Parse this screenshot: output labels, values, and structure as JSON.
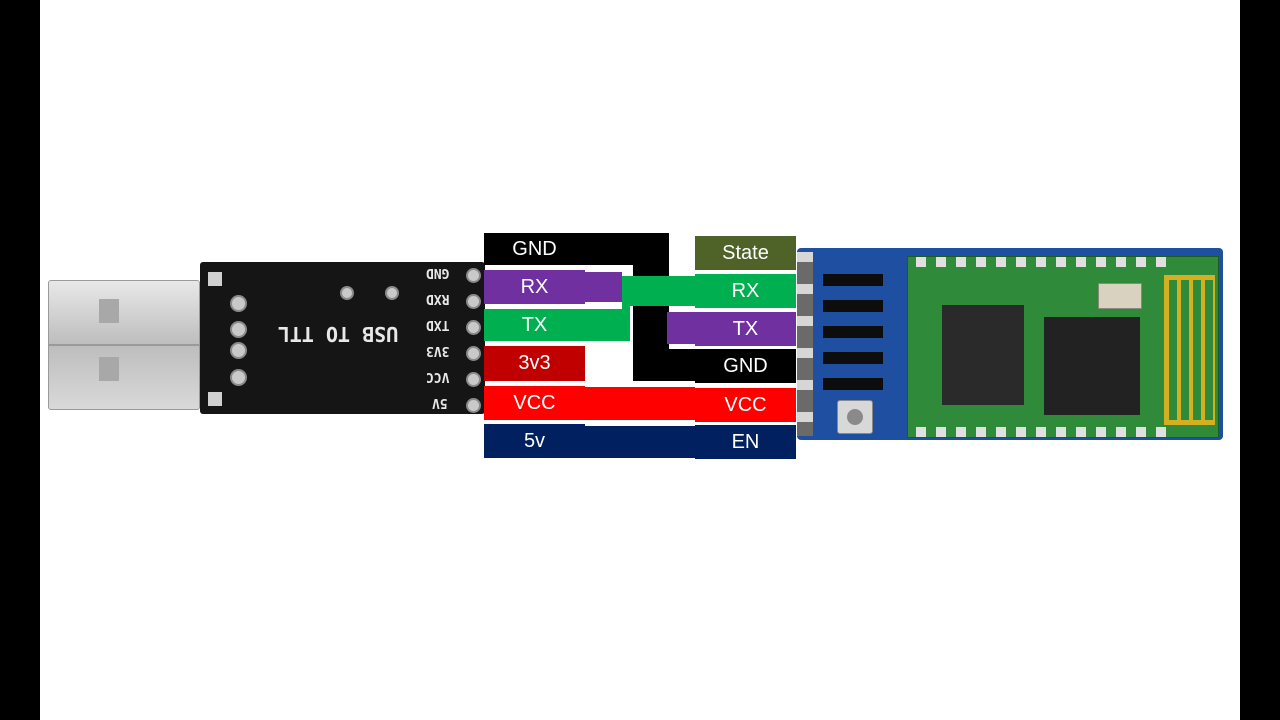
{
  "usb_module": {
    "board_text": "USB TO TTL",
    "pins": [
      "GND",
      "RXD",
      "TXD",
      "3V3",
      "VCC",
      "5V"
    ]
  },
  "left_labels": [
    "GND",
    "RX",
    "TX",
    "3v3",
    "VCC",
    "5v"
  ],
  "right_labels": [
    "State",
    "RX",
    "TX",
    "GND",
    "VCC",
    "EN"
  ],
  "colors": {
    "gnd": "#000000",
    "rx": "#7030a0",
    "tx": "#00b050",
    "v3": "#c00000",
    "vcc": "#ff0000",
    "v5": "#002060",
    "state": "#4f6228",
    "board_black": "#151515",
    "pcb_blue": "#1f4fa0",
    "module_green": "#3a8a3a"
  }
}
